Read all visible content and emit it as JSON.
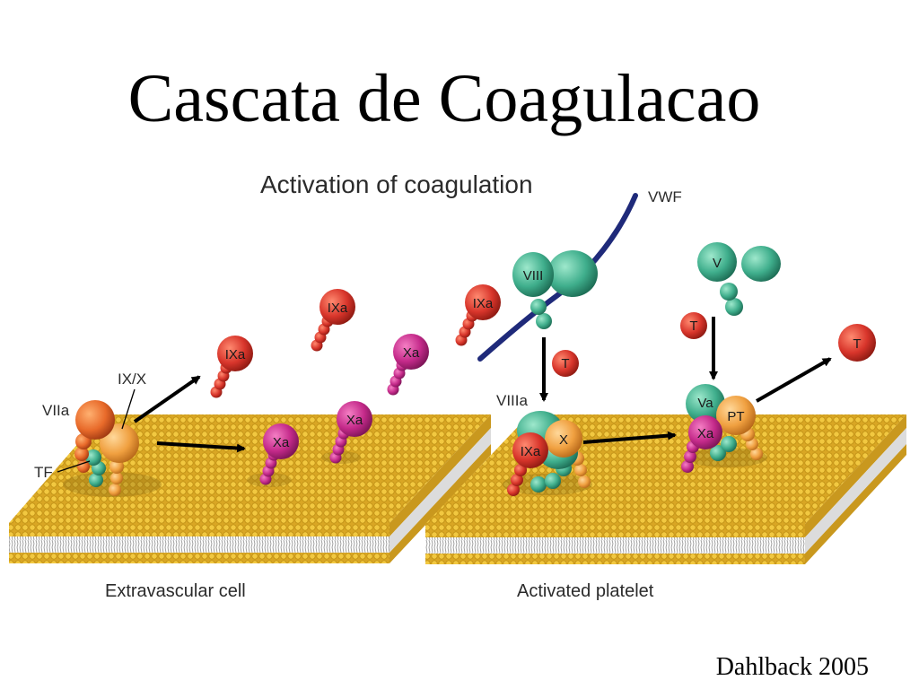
{
  "slide": {
    "title": "Cascata de Coagulacao",
    "citation": "Dahlback 2005"
  },
  "figure": {
    "title": "Activation of coagulation",
    "panels": {
      "left": "Extravascular cell",
      "right": "Activated platelet"
    },
    "labels": {
      "vwf": "VWF",
      "viia": "VIIa",
      "ixx": "IX/X",
      "tf": "TF",
      "viiia": "VIIIa"
    },
    "molecules": {
      "ixa": "IXa",
      "xa": "Xa",
      "viii": "VIII",
      "v": "V",
      "va": "Va",
      "pt": "PT",
      "x": "X",
      "t": "T"
    }
  },
  "colors": {
    "membrane_head": "#e6b52a",
    "membrane_head_dark": "#b98a10",
    "membrane_tail": "#a8a8a8",
    "ixa_red": "#d8352b",
    "xa_magenta": "#c42a8a",
    "green_factor": "#3fae8c",
    "orange_factor": "#f0a040",
    "vwf_line": "#1f2a7a"
  }
}
